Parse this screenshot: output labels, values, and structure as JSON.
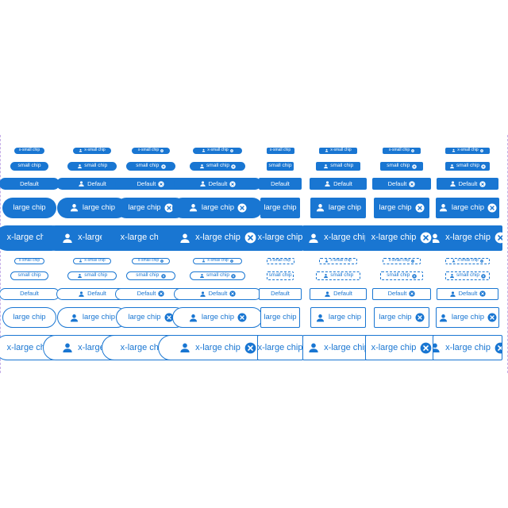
{
  "chips": {
    "sizes": [
      {
        "key": "xsmall",
        "label": "x-small chip"
      },
      {
        "key": "small",
        "label": "small chip"
      },
      {
        "key": "default",
        "label": "Default"
      },
      {
        "key": "large",
        "label": "large chip"
      },
      {
        "key": "xlarge",
        "label": "x-large chip"
      }
    ],
    "columns": [
      {
        "shape": "pill",
        "avatar": false,
        "deletable": false
      },
      {
        "shape": "pill",
        "avatar": true,
        "deletable": false
      },
      {
        "shape": "pill",
        "avatar": false,
        "deletable": true
      },
      {
        "shape": "pill",
        "avatar": true,
        "deletable": true
      },
      {
        "shape": "square",
        "avatar": false,
        "deletable": false
      },
      {
        "shape": "square",
        "avatar": true,
        "deletable": false
      },
      {
        "shape": "square",
        "avatar": false,
        "deletable": true
      },
      {
        "shape": "square",
        "avatar": true,
        "deletable": true
      }
    ],
    "variants": [
      "filled",
      "outlined"
    ],
    "avatar_icon": "person-icon",
    "delete_icon": "cancel-circle-icon"
  },
  "colors": {
    "primary": "#1976d2",
    "background": "#ffffff",
    "frame_border": "#c6b0e8"
  }
}
